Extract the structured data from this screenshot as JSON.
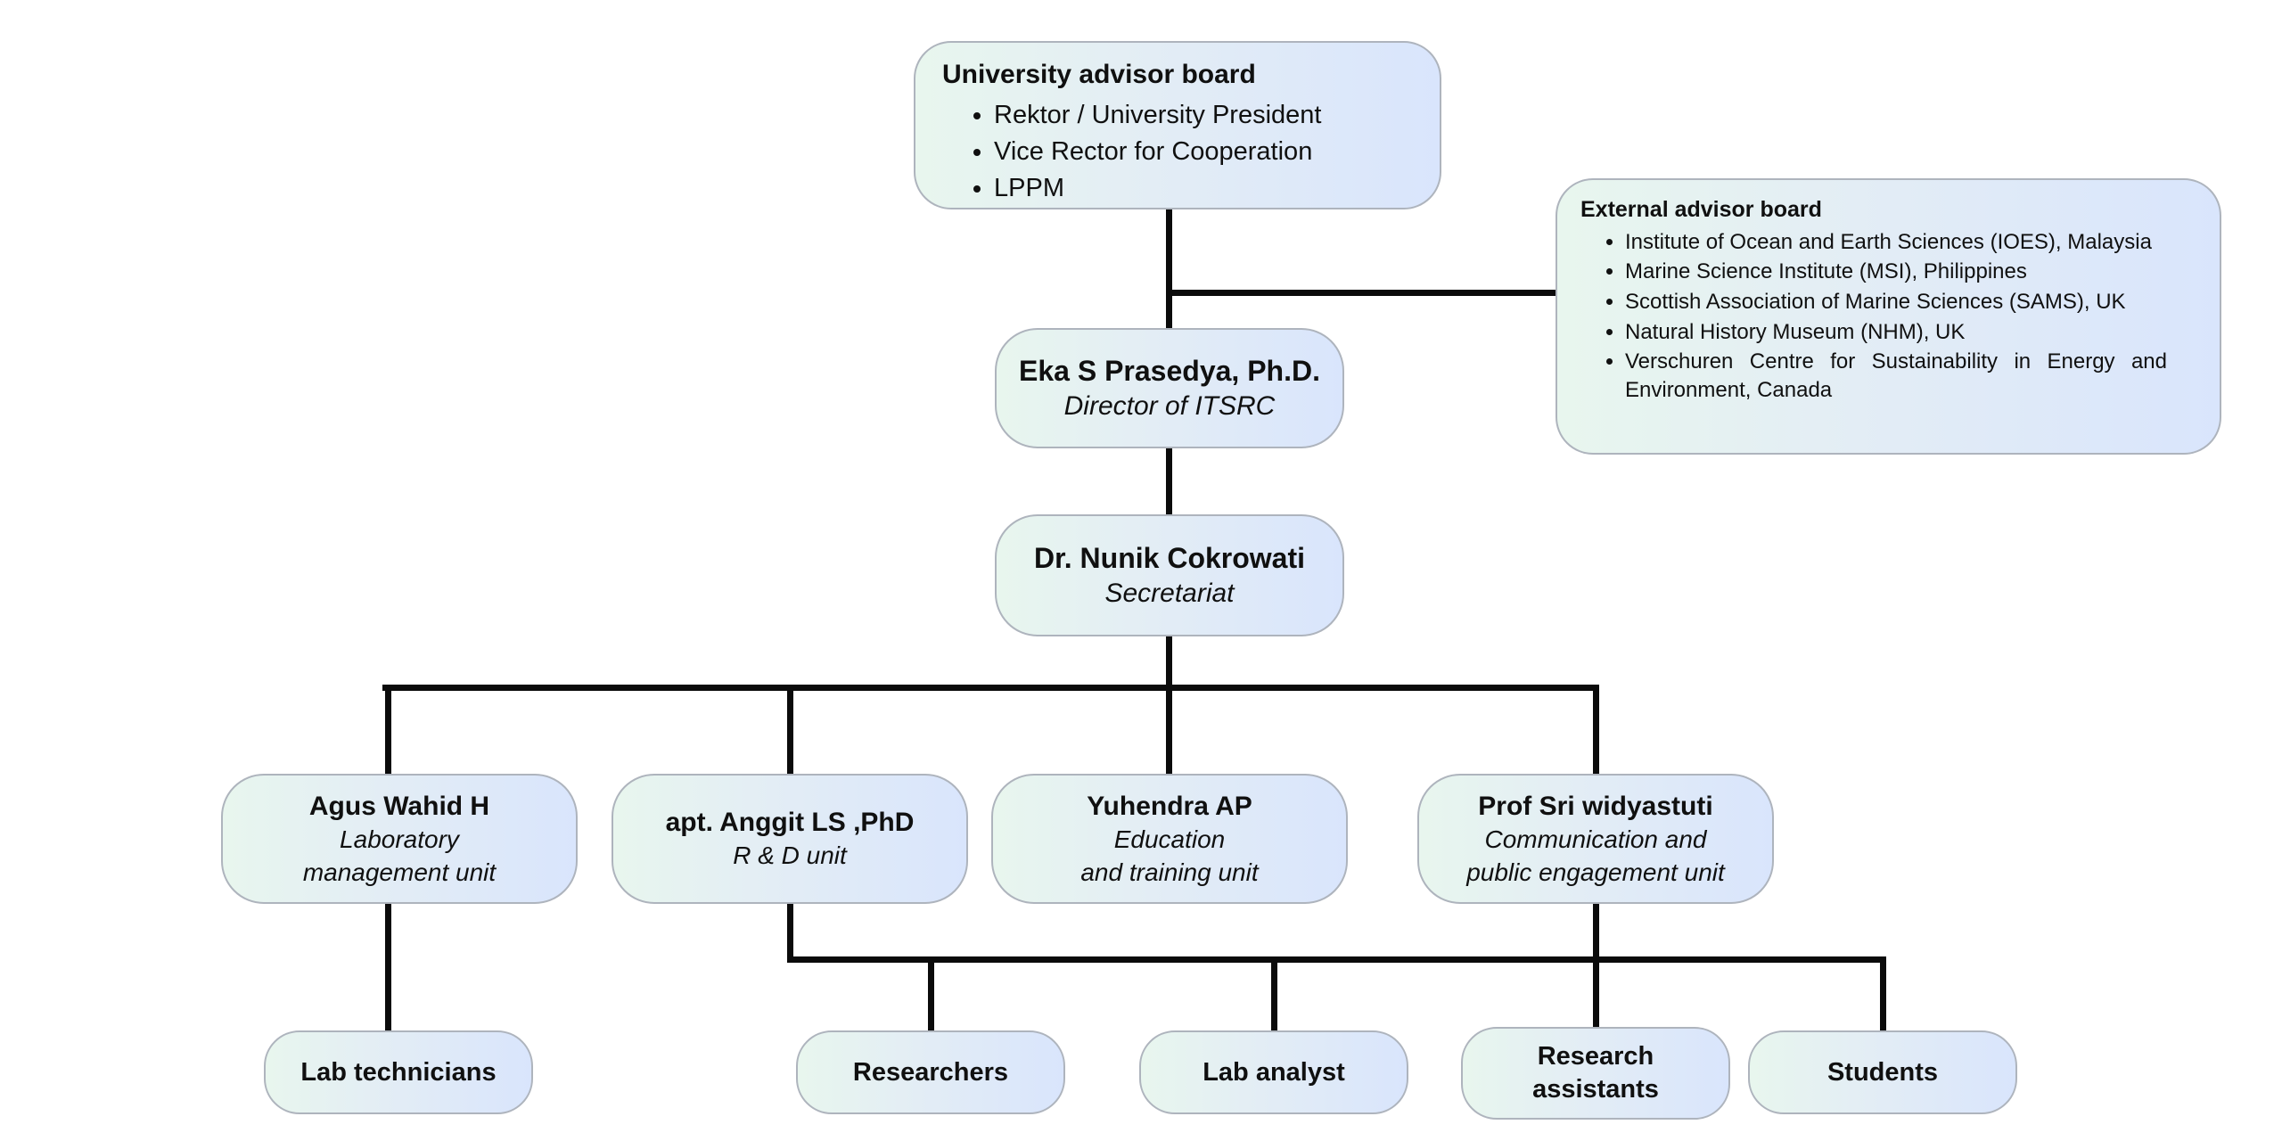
{
  "colors": {
    "background": "#ffffff",
    "node_gradient_start": "#e8f6ee",
    "node_gradient_end": "#d9e5fc",
    "node_border": "#aeb4bd",
    "connector_line": "#0b0b0b",
    "text": "#101010"
  },
  "university_board": {
    "title": "University advisor board",
    "members": [
      "Rektor / University President",
      "Vice Rector for Cooperation",
      "LPPM"
    ]
  },
  "external_board": {
    "title": "External advisor board",
    "members": [
      "Institute of Ocean and Earth Sciences (IOES), Malaysia",
      "Marine Science Institute (MSI), Philippines",
      "Scottish Association of Marine Sciences (SAMS), UK",
      "Natural History Museum (NHM), UK",
      "Verschuren Centre for Sustainability in Energy and Environment, Canada"
    ]
  },
  "director": {
    "name": "Eka S Prasedya, Ph.D.",
    "role": "Director of ITSRC"
  },
  "secretariat": {
    "name": "Dr. Nunik Cokrowati",
    "role": "Secretariat"
  },
  "units": [
    {
      "name": "Agus Wahid H",
      "role": "Laboratory\nmanagement unit"
    },
    {
      "name": "apt. Anggit LS ,PhD",
      "role": "R & D unit"
    },
    {
      "name": "Yuhendra AP",
      "role": "Education\nand training unit"
    },
    {
      "name": "Prof Sri widyastuti",
      "role": "Communication and\npublic engagement unit"
    }
  ],
  "staff": [
    {
      "label": "Lab technicians"
    },
    {
      "label": "Researchers"
    },
    {
      "label": "Lab analyst"
    },
    {
      "label": "Research\nassistants"
    },
    {
      "label": "Students"
    }
  ]
}
